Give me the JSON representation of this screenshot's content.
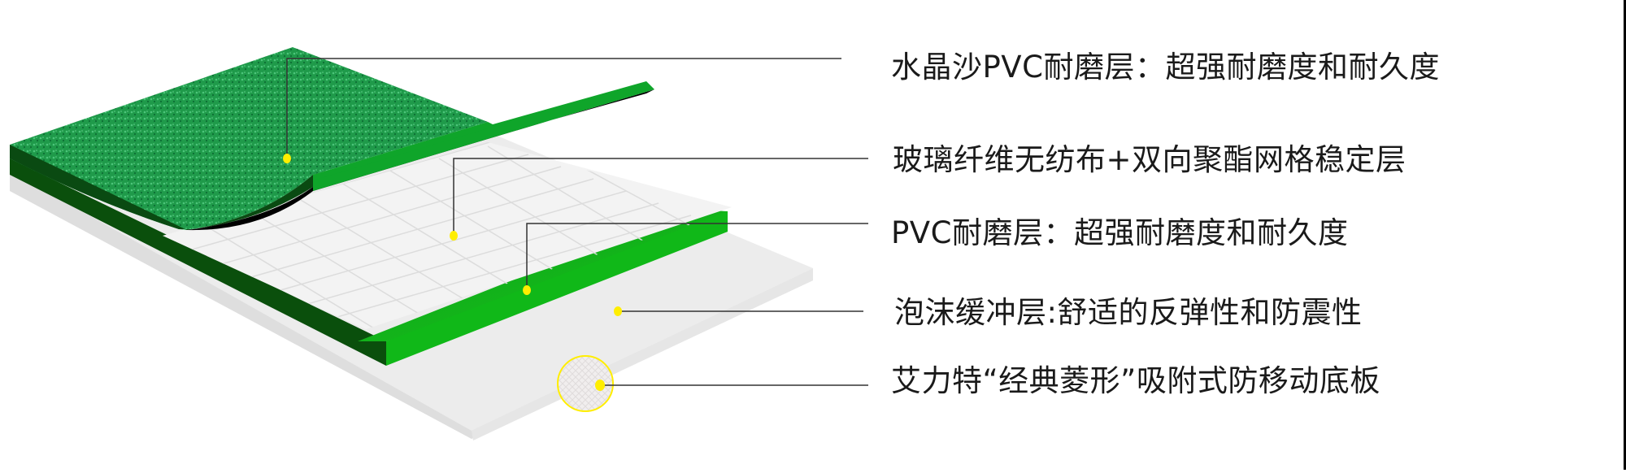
{
  "diagram": {
    "title": "",
    "layers": [
      {
        "id": "crystal-sand-pvc",
        "label": "水晶沙PVC耐磨层：超强耐磨度和耐久度",
        "color": "#1f9a4a"
      },
      {
        "id": "fiberglass-mesh",
        "label": "玻璃纤维无纺布+双向聚酯网格稳定层",
        "color": "#f3f3f3"
      },
      {
        "id": "pvc-wear",
        "label": "PVC耐磨层：超强耐磨度和耐久度",
        "color": "#10b818"
      },
      {
        "id": "foam-cushion",
        "label": "泡沫缓冲层:舒适的反弹性和防震性",
        "color": "#ececec"
      },
      {
        "id": "diamond-base",
        "label": "艾力特“经典菱形”吸附式防移动底板",
        "color": "#f0eeee"
      }
    ],
    "colors": {
      "marker": "#ffee00",
      "leader_line": "#333333",
      "top_green": "#1f9a4a",
      "dark_green": "#0a4f0c",
      "bright_green": "#10b818",
      "grid_line": "#dcdcdc"
    }
  }
}
